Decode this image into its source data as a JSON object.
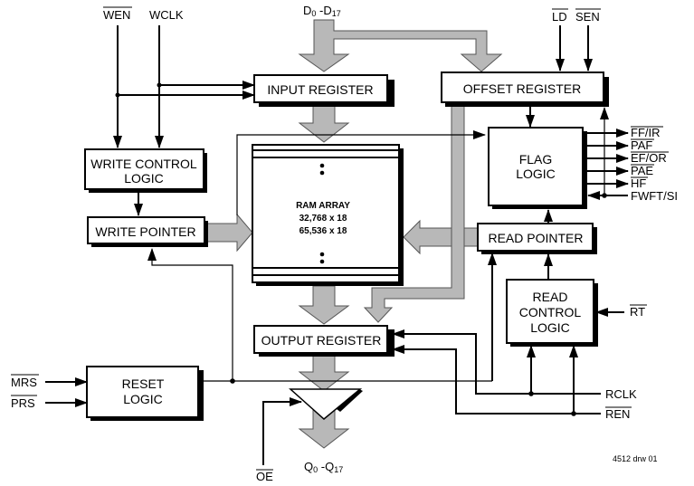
{
  "diagram": {
    "title": "FIFO Block Diagram",
    "figure_id": "4512 drw 01",
    "colors": {
      "bus_fill": "#b8b8b8",
      "line": "#000000",
      "background": "#ffffff"
    },
    "blocks": {
      "input_register": "INPUT REGISTER",
      "offset_register": "OFFSET REGISTER",
      "write_control_logic": [
        "WRITE CONTROL",
        "LOGIC"
      ],
      "write_pointer": "WRITE POINTER",
      "flag_logic": [
        "FLAG",
        "LOGIC"
      ],
      "ram_array": [
        "RAM ARRAY",
        "32,768 x 18",
        "65,536 x 18"
      ],
      "read_pointer": "READ POINTER",
      "read_control_logic": [
        "READ",
        "CONTROL",
        "LOGIC"
      ],
      "output_register": "OUTPUT REGISTER",
      "reset_logic": [
        "RESET",
        "LOGIC"
      ]
    },
    "signals": {
      "wen": "WEN",
      "wclk": "WCLK",
      "data_in": {
        "base": "D",
        "sub0": "0",
        "sep": " -D",
        "sub1": "17"
      },
      "ld": "LD",
      "sen": "SEN",
      "ff_ir": "FF/IR",
      "paf": "PAF",
      "ef_or": "EF/OR",
      "pae": "PAE",
      "hf": "HF",
      "fwft_si": "FWFT/SI",
      "rt": "RT",
      "mrs": "MRS",
      "prs": "PRS",
      "rclk": "RCLK",
      "ren": "REN",
      "oe": "OE",
      "data_out": {
        "base": "Q",
        "sub0": "0",
        "sep": " -Q",
        "sub1": "17"
      }
    }
  }
}
